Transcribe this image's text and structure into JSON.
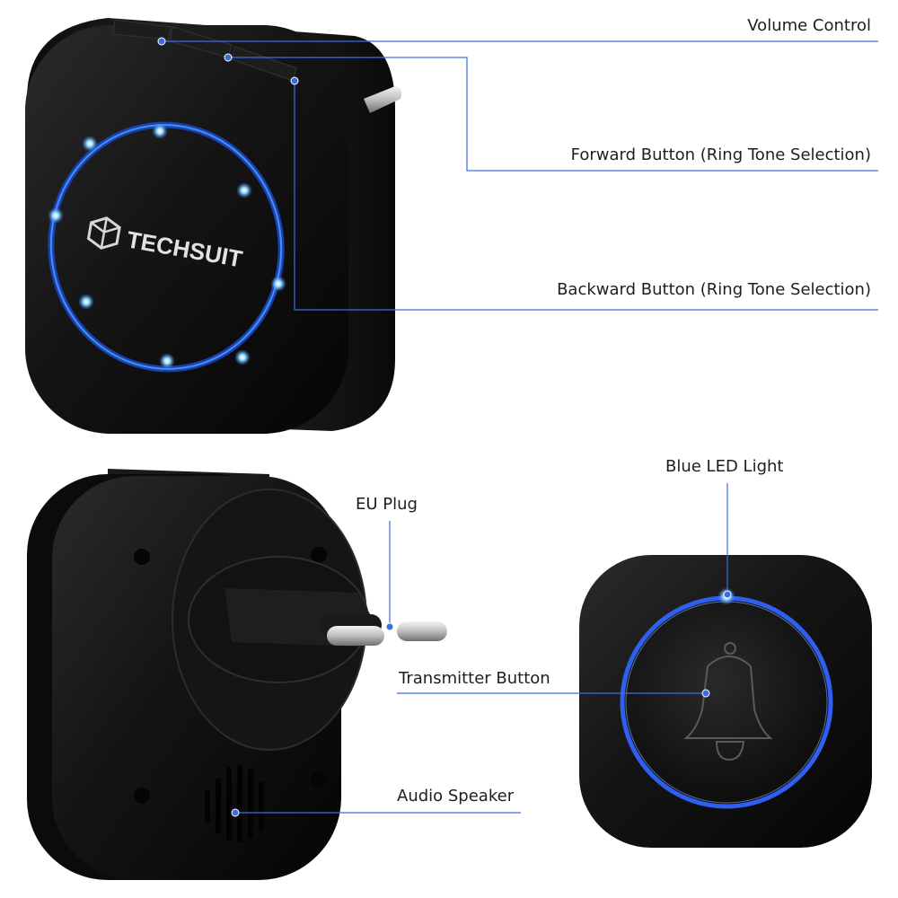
{
  "brand": {
    "name": "TECHSUIT"
  },
  "colors": {
    "leader": "#3b6fe0",
    "led": "#2f7df5",
    "led_glow": "#8fd3ff",
    "device_body": "#161616",
    "device_edge": "#2a2a2a",
    "pin": "#d8d8d8"
  },
  "callouts": {
    "volume_control": "Volume Control",
    "forward_button": "Forward Button (Ring Tone Selection)",
    "backward_button": "Backward Button (Ring Tone Selection)",
    "eu_plug": "EU Plug",
    "blue_led_light": "Blue LED Light",
    "transmitter_button": "Transmitter Button",
    "audio_speaker": "Audio Speaker"
  },
  "icons": {
    "logo": "techsuit-logo-icon",
    "bell": "bell-icon"
  }
}
